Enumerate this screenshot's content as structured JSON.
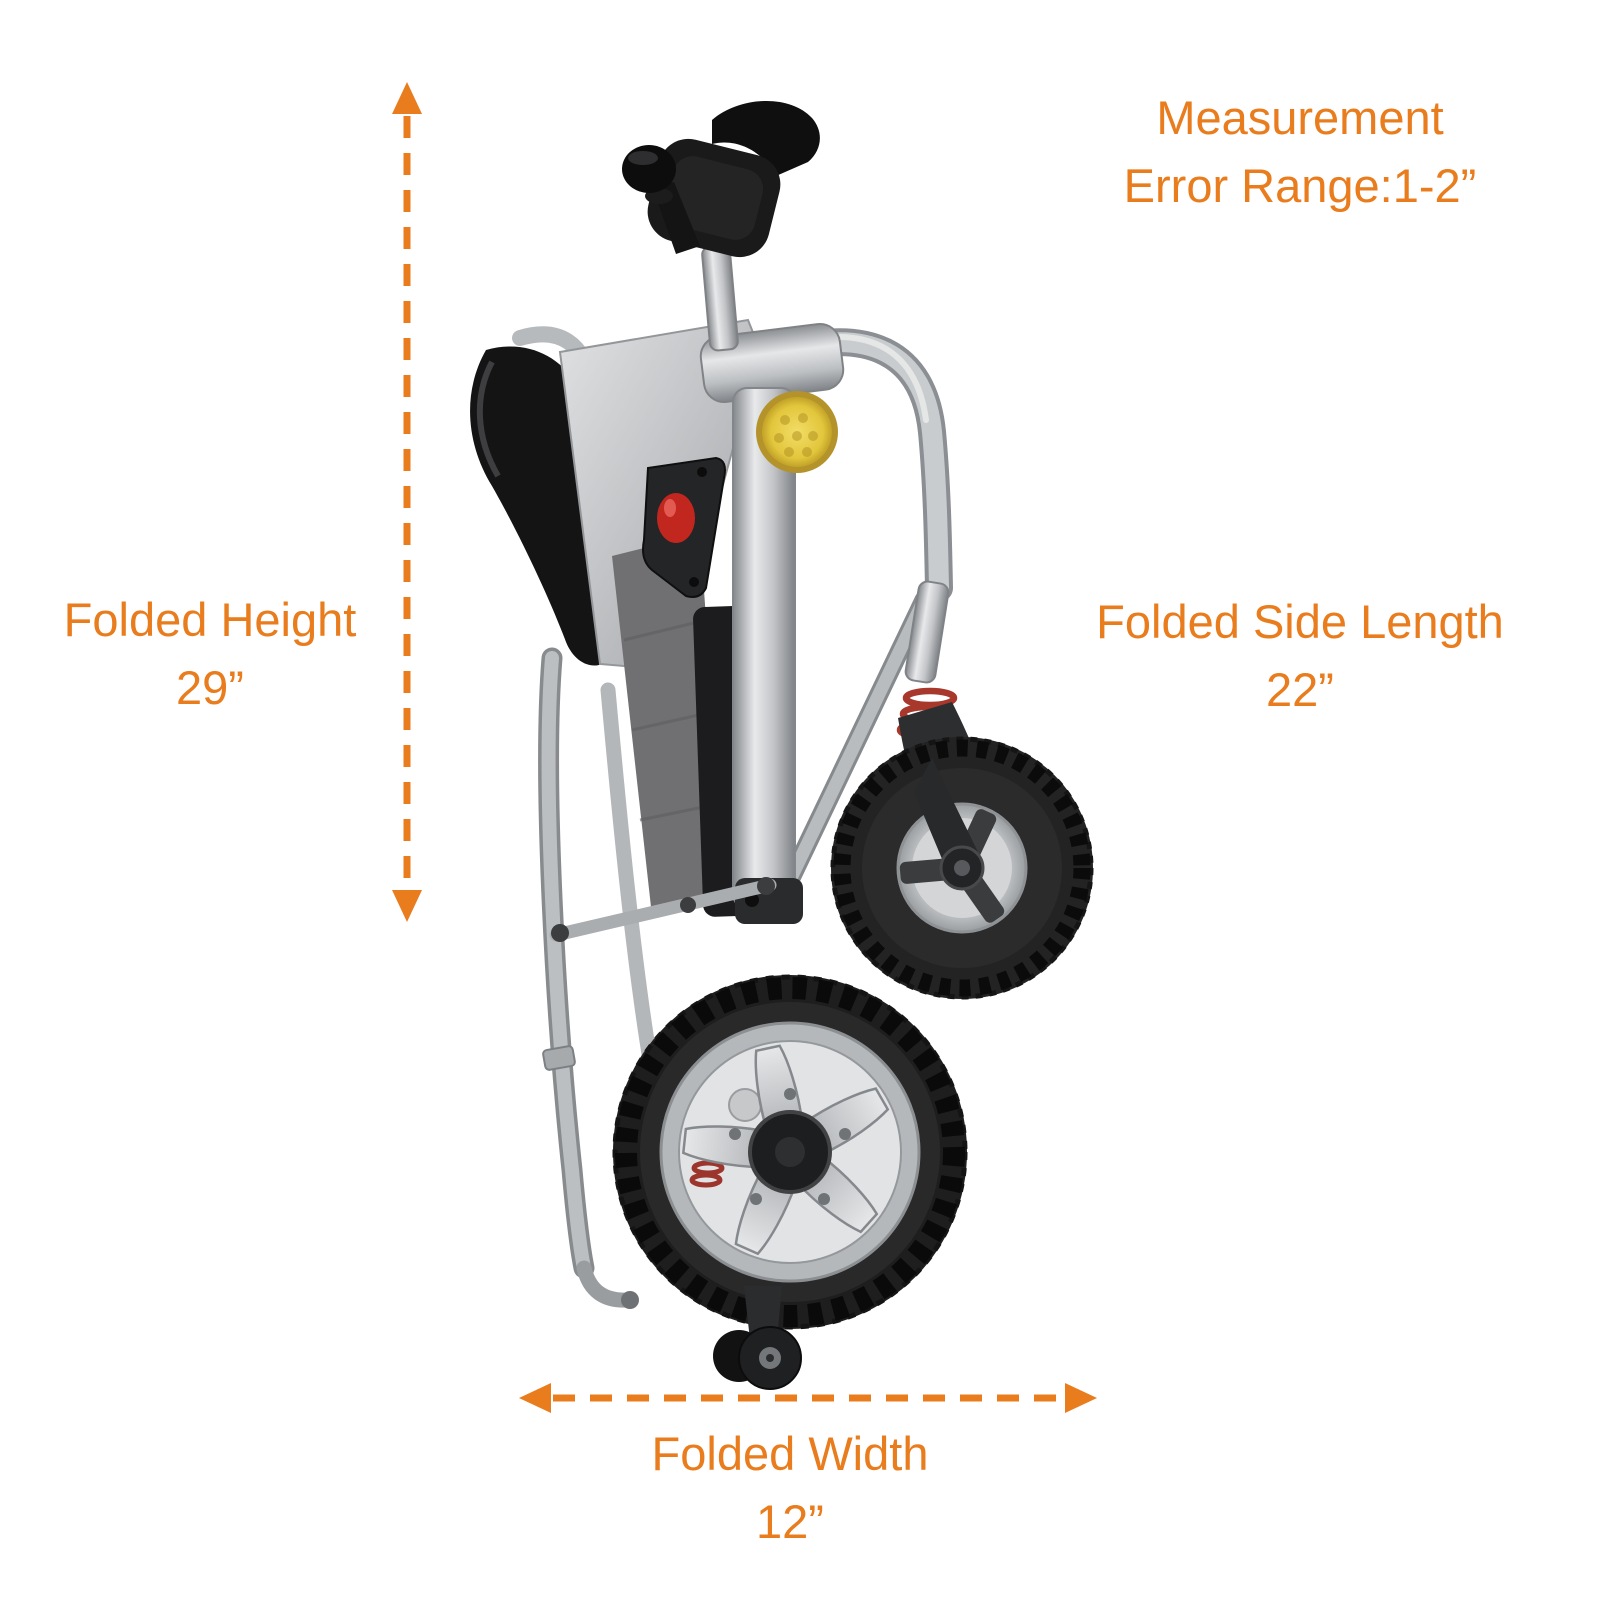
{
  "page": {
    "background_color": "#ffffff",
    "accent_color": "#E97C1D"
  },
  "figure": {
    "illustration": "folded-electric-wheelchair-side-view"
  },
  "annotations": {
    "error_note": {
      "line1": "Measurement",
      "line2": "Error Range:1-2”"
    },
    "folded_height": {
      "label": "Folded Height",
      "value": "29”"
    },
    "folded_side_length": {
      "label": "Folded Side Length",
      "value": "22”"
    },
    "folded_width": {
      "label": "Folded Width",
      "value": "12”"
    }
  }
}
